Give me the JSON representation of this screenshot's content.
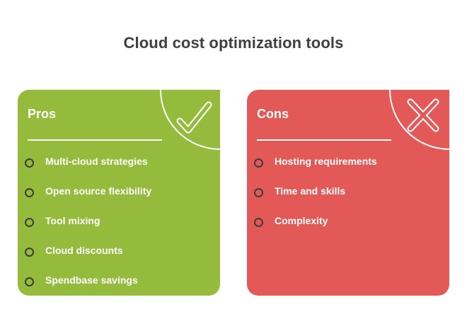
{
  "title": "Cloud cost optimization tools",
  "pros": {
    "heading": "Pros",
    "icon": "check-icon",
    "color": "#94bb3b",
    "items": [
      "Multi-cloud strategies",
      "Open source flexibility",
      "Tool mixing",
      "Cloud discounts",
      "Spendbase savings"
    ]
  },
  "cons": {
    "heading": "Cons",
    "icon": "cross-icon",
    "color": "#e35957",
    "items": [
      "Hosting requirements",
      "Time and skills",
      "Complexity"
    ]
  }
}
